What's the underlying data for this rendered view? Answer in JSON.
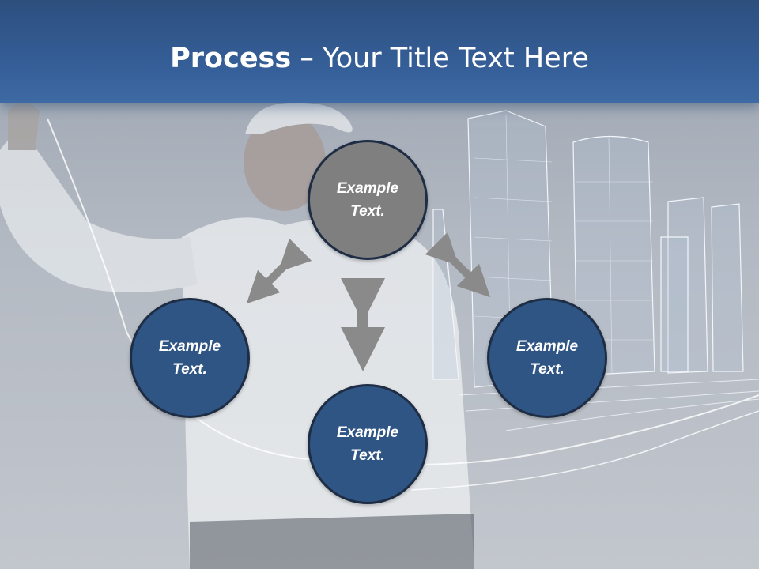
{
  "title": {
    "bold_part": "Process",
    "rest_part": " – Your Title Text Here"
  },
  "circles": {
    "top": {
      "line1": "Example",
      "line2": "Text."
    },
    "left": {
      "line1": "Example",
      "line2": "Text."
    },
    "right": {
      "line1": "Example",
      "line2": "Text."
    },
    "bottom": {
      "line1": "Example",
      "line2": "Text."
    }
  },
  "colors": {
    "title_bar": "#36609a",
    "circle_blue": "#2f5584",
    "circle_gray": "#7f7f7f",
    "arrow_gray": "#8a8a8a"
  },
  "icons": {
    "arrow_upper_left": "double-arrow-diagonal",
    "arrow_upper_right": "double-arrow-diagonal",
    "arrow_vertical": "double-arrow-vertical"
  }
}
